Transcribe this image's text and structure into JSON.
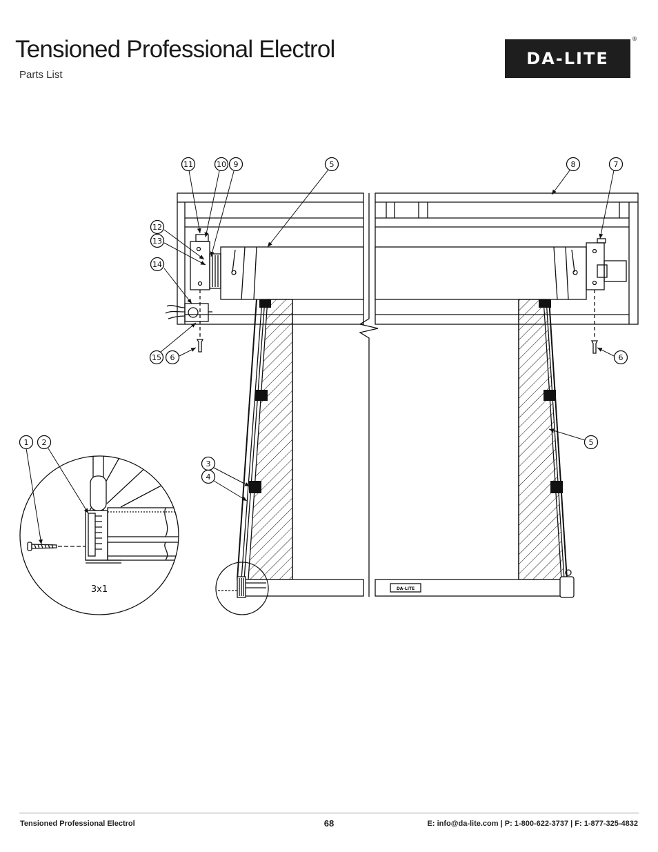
{
  "header": {
    "title": "Tensioned Professional Electrol",
    "subtitle": "Parts List",
    "logo_text": "DA-LITE",
    "logo_mark": "®"
  },
  "drawing": {
    "callouts": [
      "11",
      "10",
      "9",
      "5",
      "8",
      "7",
      "12",
      "13",
      "14",
      "15",
      "6",
      "6",
      "1",
      "2",
      "3",
      "4",
      "5"
    ],
    "detail_label": "3x1",
    "bar_logo": "DA-LITE"
  },
  "footer": {
    "left": "Tensioned Professional Electrol",
    "page": "68",
    "contact": "E: info@da-lite.com  |  P: 1-800-622-3737  |  F: 1-877-325-4832"
  }
}
